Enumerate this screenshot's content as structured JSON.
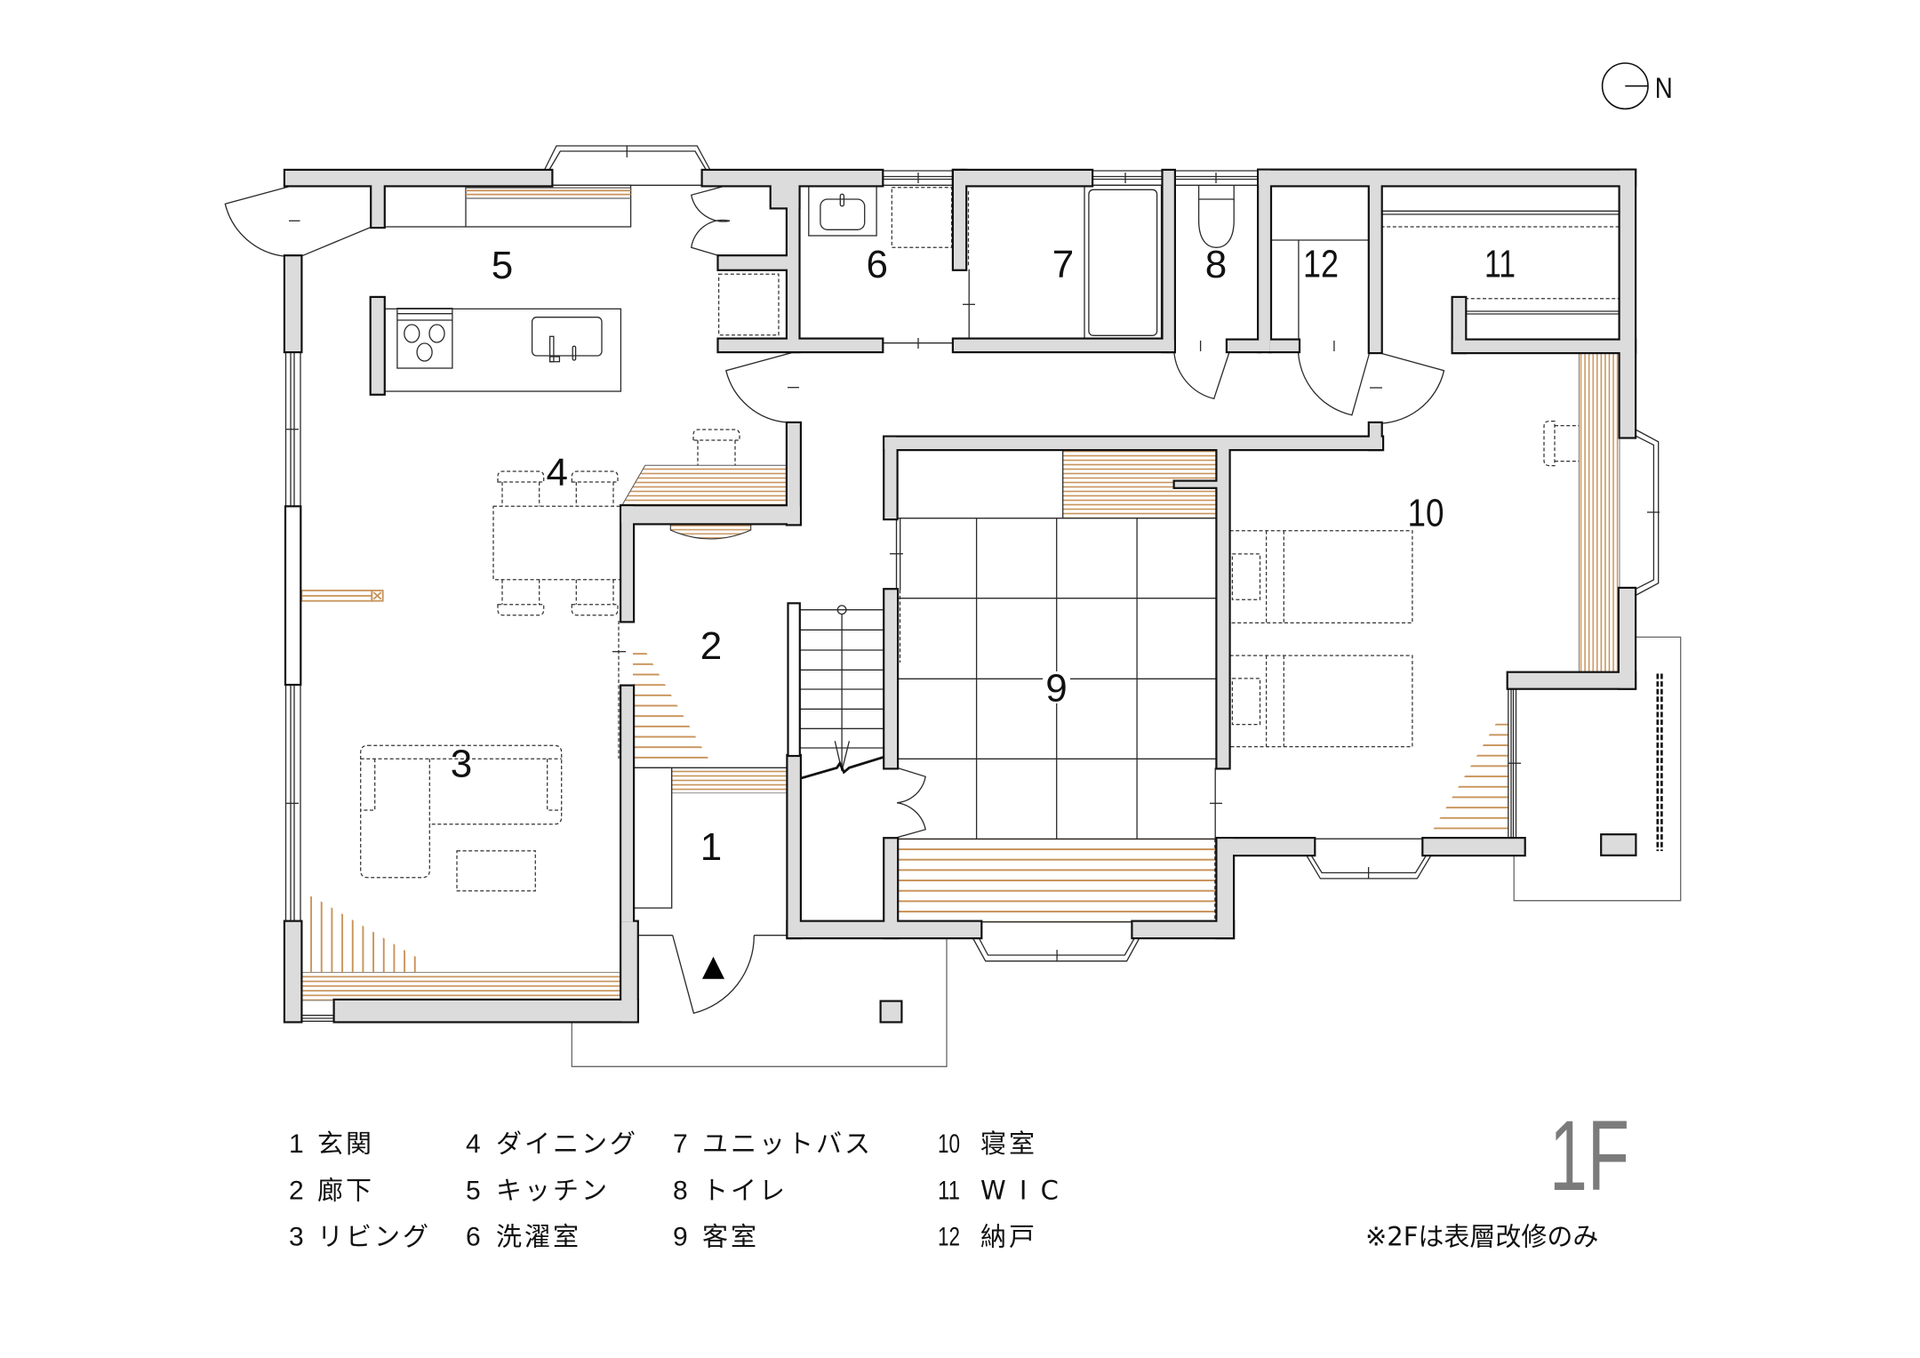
{
  "plan": {
    "floor_label": "1F",
    "note": "※2Fは表層改修のみ",
    "compass": {
      "label": "N",
      "icon": "north-arrow-icon"
    },
    "room_labels": [
      "1",
      "2",
      "3",
      "4",
      "5",
      "6",
      "7",
      "8",
      "9",
      "10",
      "11",
      "12"
    ]
  },
  "legend": {
    "columns": [
      [
        {
          "num": "1",
          "name": "玄関"
        },
        {
          "num": "2",
          "name": "廊下"
        },
        {
          "num": "3",
          "name": "リビング"
        }
      ],
      [
        {
          "num": "4",
          "name": "ダイニング"
        },
        {
          "num": "5",
          "name": "キッチン"
        },
        {
          "num": "6",
          "name": "洗濯室"
        }
      ],
      [
        {
          "num": "7",
          "name": "ユニットバス"
        },
        {
          "num": "8",
          "name": "トイレ"
        },
        {
          "num": "9",
          "name": "客室"
        }
      ],
      [
        {
          "num": "10",
          "name": "寝室"
        },
        {
          "num": "11",
          "name": "W I C"
        },
        {
          "num": "12",
          "name": "納戸"
        }
      ]
    ]
  },
  "colors": {
    "wall": "#dcdcdc",
    "wood": "#c8935a",
    "ink": "#111111",
    "floor_label": "#7b7b7b"
  }
}
